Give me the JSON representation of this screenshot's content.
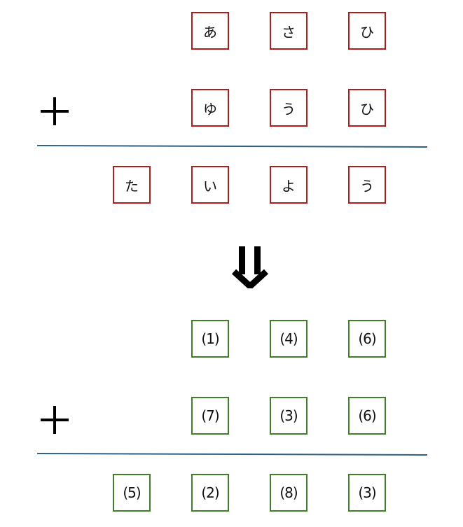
{
  "hiragana_puzzle": {
    "row1": [
      "あ",
      "さ",
      "ひ"
    ],
    "row2": [
      "ゆ",
      "う",
      "ひ"
    ],
    "result": [
      "た",
      "い",
      "よ",
      "う"
    ],
    "colors": {
      "box_border": "#b31b1b"
    }
  },
  "numeric_solution": {
    "row1": [
      "(1)",
      "(4)",
      "(6)"
    ],
    "row2": [
      "(7)",
      "(3)",
      "(6)"
    ],
    "result": [
      "(5)",
      "(2)",
      "(8)",
      "(3)"
    ],
    "colors": {
      "box_border": "#3f7f2a"
    }
  },
  "icons": {
    "plus": "plus-icon",
    "arrow": "double-down-arrow-icon"
  },
  "colors": {
    "rule": "#2e6186",
    "operator": "#000000"
  }
}
